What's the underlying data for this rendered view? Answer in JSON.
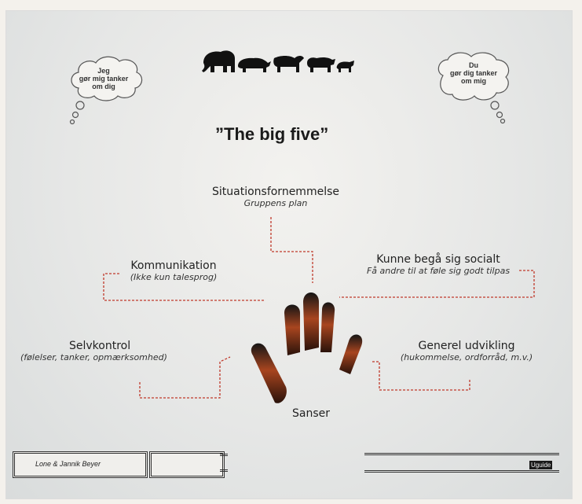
{
  "thoughts": {
    "left": [
      "Jeg",
      "gør mig tanker",
      "om dig"
    ],
    "right": [
      "Du",
      "gør dig tanker",
      "om mig"
    ]
  },
  "animals_icon": "big-five-animals-icon",
  "title": "”The big five”",
  "nodes": {
    "situation": {
      "label": "Situationsfornemmelse",
      "sub": "Gruppens plan"
    },
    "kommunikation": {
      "label": "Kommunikation",
      "sub": "(Ikke kun talesprog)"
    },
    "social": {
      "label": "Kunne begå sig socialt",
      "sub": "Få andre til at føle sig godt tilpas"
    },
    "selvkontrol": {
      "label": "Selvkontrol",
      "sub": "(følelser, tanker, opmærksomhed)"
    },
    "udvikling": {
      "label": "Generel udvikling",
      "sub": "(hukommelse, ordforråd, m.v.)"
    },
    "sanser": {
      "label": "Sanser"
    }
  },
  "footer": {
    "authors": "Lone & Jannik Beyer",
    "logo": "Uguide"
  },
  "colors": {
    "dashed": "#c0392b",
    "finger": "#a8451f"
  }
}
